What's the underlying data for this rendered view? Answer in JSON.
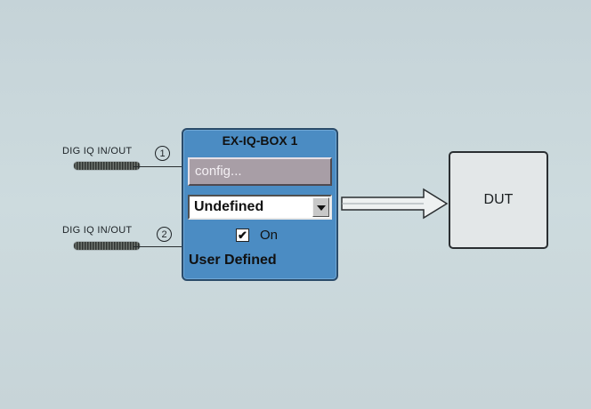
{
  "ports": [
    {
      "label": "DIG IQ IN/OUT",
      "number": "1"
    },
    {
      "label": "DIG IQ IN/OUT",
      "number": "2"
    }
  ],
  "iq_box": {
    "title": "EX-IQ-BOX 1",
    "config_button": "config...",
    "mode_select": "Undefined",
    "on_checked": true,
    "on_label": "On",
    "mode_label": "User Defined"
  },
  "dut": {
    "label": "DUT"
  },
  "icons": {
    "checkbox_mark": "✔"
  },
  "colors": {
    "box_fill": "#4b8cc3",
    "background": "#c9d7db"
  }
}
